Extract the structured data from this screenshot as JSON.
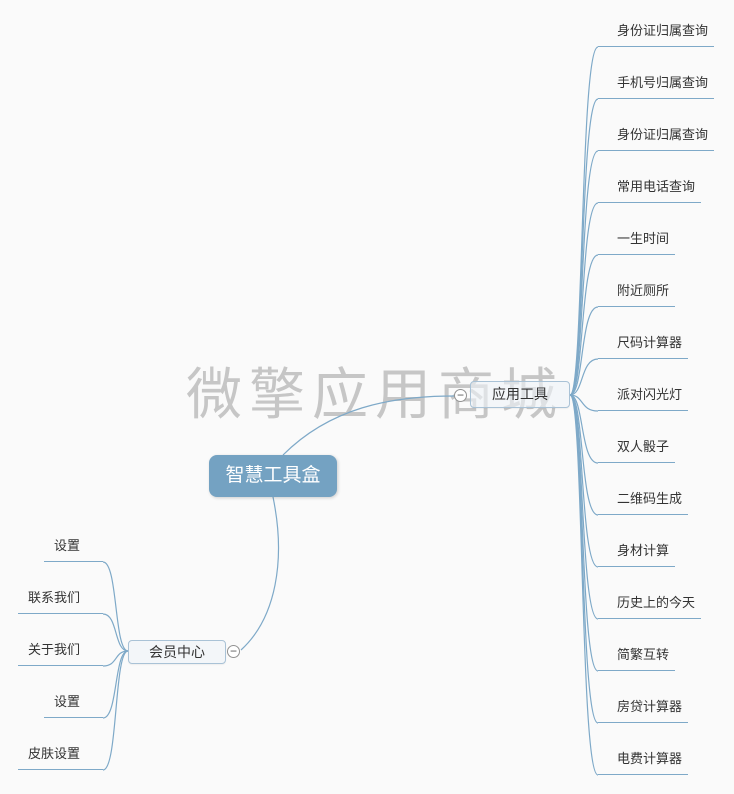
{
  "watermark": {
    "text": "微擎应用商城"
  },
  "root": {
    "label": "智慧工具盒"
  },
  "branches": [
    {
      "label": "应用工具",
      "side": "right",
      "expander_glyph": "−",
      "children": [
        "身份证归属查询",
        "手机号归属查询",
        "身份证归属查询",
        "常用电话查询",
        "一生时间",
        "附近厕所",
        "尺码计算器",
        "派对闪光灯",
        "双人骰子",
        "二维码生成",
        "身材计算",
        "历史上的今天",
        "简繁互转",
        "房贷计算器",
        "电费计算器"
      ]
    },
    {
      "label": "会员中心",
      "side": "left",
      "expander_glyph": "−",
      "children": [
        "设置",
        "联系我们",
        "关于我们",
        "设置",
        "皮肤设置"
      ]
    }
  ],
  "colors": {
    "background": "#fafafa",
    "root_bg": "#74a2c2",
    "root_text": "#ffffff",
    "branch_node_bg": "#eef4f9",
    "branch_node_border": "#a9c2d6",
    "line": "#7ea9c8",
    "leaf_text": "#333333",
    "watermark": "#c6c6c6"
  }
}
